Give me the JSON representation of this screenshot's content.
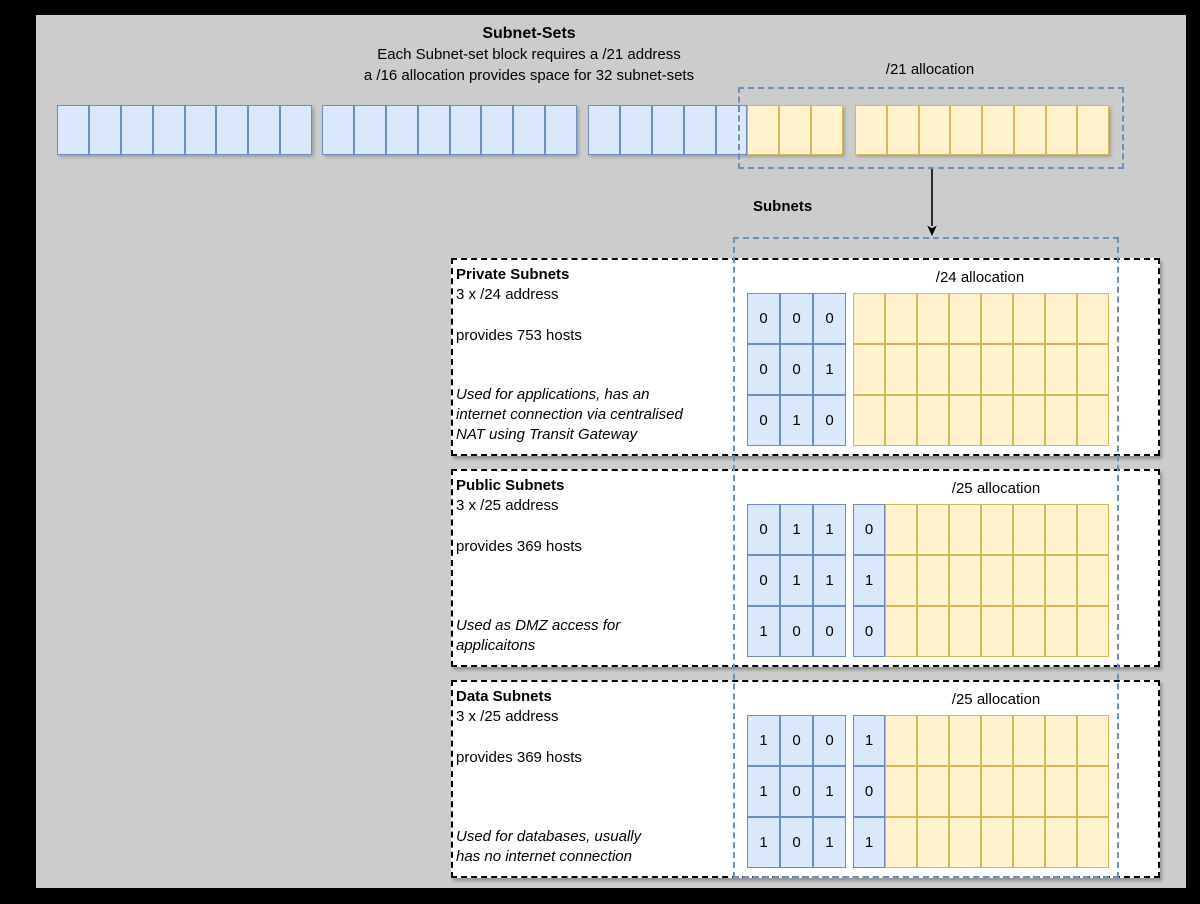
{
  "colors": {
    "canvas_bg": "#cccccc",
    "blue_fill": "#dae8fc",
    "blue_border": "#6c8ebf",
    "yellow_fill": "#fff2cc",
    "yellow_border": "#d6b656",
    "dashed_blue": "#6c8ebf"
  },
  "header": {
    "title": "Subnet-Sets",
    "line1": "Each Subnet-set block requires a /21 address",
    "line2": "a /16 allocation provides space for 32 subnet-sets"
  },
  "top_row": {
    "allocation_label": "/21 allocation",
    "bit_groups": [
      {
        "name": "octet-1",
        "blue_cells": 8,
        "yellow_cells": 0
      },
      {
        "name": "octet-2",
        "blue_cells": 8,
        "yellow_cells": 0
      },
      {
        "name": "octet-3",
        "blue_cells": 5,
        "yellow_cells": 3
      },
      {
        "name": "octet-4",
        "blue_cells": 0,
        "yellow_cells": 8
      }
    ]
  },
  "subnets_label": "Subnets",
  "subnet_boxes": [
    {
      "title": "Private Subnets",
      "subtitle": "3 x /24 address",
      "hosts": "provides 753 hosts",
      "note": "Used for applications, has an\ninternet connection via centralised\nNAT using Transit Gateway",
      "allocation_label": "/24 allocation",
      "bit_rows": [
        [
          "0",
          "0",
          "0"
        ],
        [
          "0",
          "0",
          "1"
        ],
        [
          "0",
          "1",
          "0"
        ]
      ],
      "extra_bit_column": null,
      "yellow_columns": 8
    },
    {
      "title": "Public Subnets",
      "subtitle": "3 x /25 address",
      "hosts": "provides 369 hosts",
      "note": "Used as DMZ access for\napplicaitons",
      "allocation_label": "/25 allocation",
      "bit_rows": [
        [
          "0",
          "1",
          "1"
        ],
        [
          "0",
          "1",
          "1"
        ],
        [
          "1",
          "0",
          "0"
        ]
      ],
      "extra_bit_column": [
        "0",
        "1",
        "0"
      ],
      "yellow_columns": 7
    },
    {
      "title": "Data Subnets",
      "subtitle": "3 x /25 address",
      "hosts": "provides 369 hosts",
      "note": "Used for databases, usually\nhas no internet connection",
      "allocation_label": "/25 allocation",
      "bit_rows": [
        [
          "1",
          "0",
          "0"
        ],
        [
          "1",
          "0",
          "1"
        ],
        [
          "1",
          "0",
          "1"
        ]
      ],
      "extra_bit_column": [
        "1",
        "0",
        "1"
      ],
      "yellow_columns": 7
    }
  ]
}
